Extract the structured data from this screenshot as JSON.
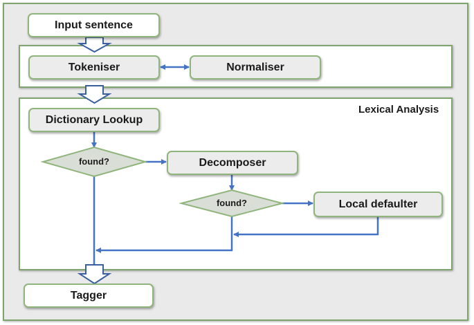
{
  "nodes": {
    "input_sentence": "Input sentence",
    "tokeniser": "Tokeniser",
    "normaliser": "Normaliser",
    "dictionary_lookup": "Dictionary Lookup",
    "decomposer": "Decomposer",
    "local_defaulter": "Local defaulter",
    "tagger": "Tagger"
  },
  "decisions": {
    "found_1": "found?",
    "found_2": "found?"
  },
  "regions": {
    "lexical_analysis": "Lexical Analysis"
  },
  "colors": {
    "border_green": "#7fa56f",
    "arrow_blue": "#4472c4",
    "diamond_fill": "#d9dfd6"
  }
}
